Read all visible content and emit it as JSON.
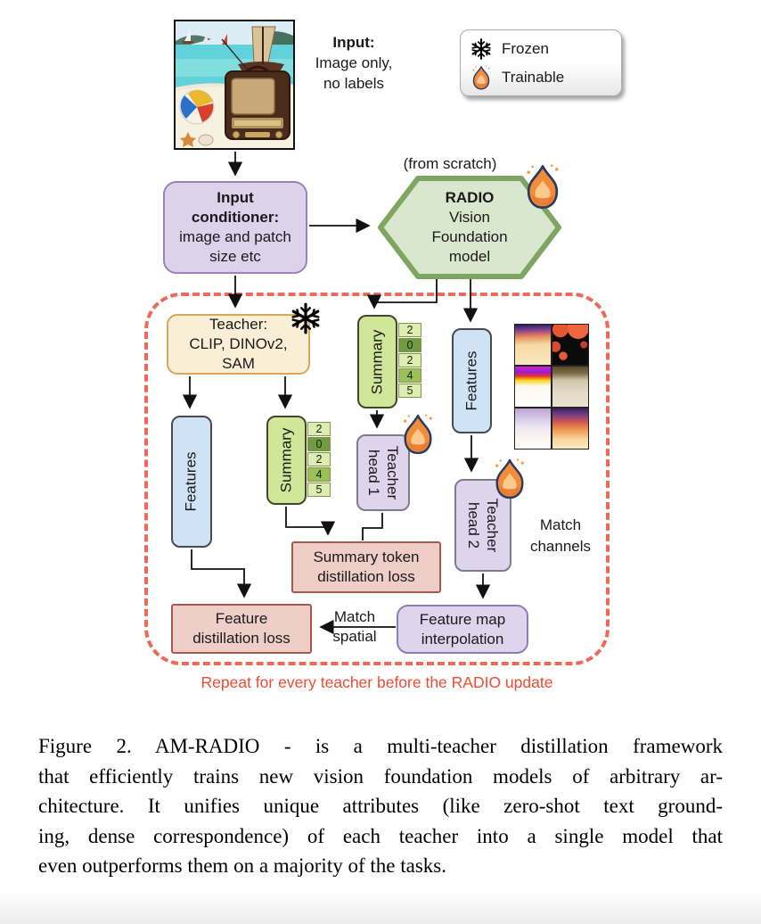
{
  "figure": {
    "input_label": {
      "title": "Input:",
      "line1": "Image only,",
      "line2": "no labels"
    },
    "legend": {
      "frozen": "Frozen",
      "trainable": "Trainable"
    },
    "input_conditioner": {
      "line1": "Input",
      "line2": "conditioner:",
      "line3": "image and patch",
      "line4": "size etc"
    },
    "from_scratch": "(from scratch)",
    "radio_model": {
      "line1": "RADIO",
      "line2": "Vision",
      "line3": "Foundation",
      "line4": "model"
    },
    "teacher": {
      "line1": "Teacher:",
      "line2": "CLIP, DINOv2,",
      "line3": "SAM"
    },
    "teacher_features_label": "Features",
    "teacher_summary_label": "Summary",
    "radio_summary_label": "Summary",
    "radio_features_label": "Features",
    "summary_tokens": [
      "2",
      "0",
      "2",
      "4",
      "5"
    ],
    "teacher_head_1": {
      "line1": "Teacher",
      "line2": "head 1"
    },
    "teacher_head_2": {
      "line1": "Teacher",
      "line2": "head 2"
    },
    "match_channels": {
      "line1": "Match",
      "line2": "channels"
    },
    "match_spatial": {
      "line1": "Match",
      "line2": "spatial"
    },
    "summary_loss": {
      "line1": "Summary token",
      "line2": "distillation loss"
    },
    "feature_loss": {
      "line1": "Feature",
      "line2": "distillation loss"
    },
    "feature_map_interpolation": {
      "line1": "Feature map",
      "line2": "interpolation"
    },
    "repeat_note": "Repeat for every teacher before the RADIO update"
  },
  "caption": {
    "lines": [
      "Figure 2.  AM-RADIO - is a multi-teacher distillation framework",
      "that efficiently trains new vision foundation models of arbitrary ar-",
      "chitecture.  It unifies unique attributes (like zero-shot text ground-",
      "ing, dense correspondence) of each teacher into a single model that",
      "even outperforms them on a majority of the tasks."
    ]
  },
  "colors": {
    "dashed_region": "#ee6a58",
    "repeat_note_text": "#f14b31",
    "conditioner_fill": "#ddd2ea",
    "hexagon_fill": "#d9e7ce",
    "hexagon_stroke": "#7ea660",
    "teacher_fill": "#fbeed7",
    "features_fill": "#cfe3f7",
    "summary_fill": "#d0e699",
    "head_fill": "#ded4eb",
    "loss_fill": "#f0cec8",
    "token_light": "#dcedb0",
    "token_dark": "#6f9c40",
    "token_mid": "#9cc058"
  }
}
